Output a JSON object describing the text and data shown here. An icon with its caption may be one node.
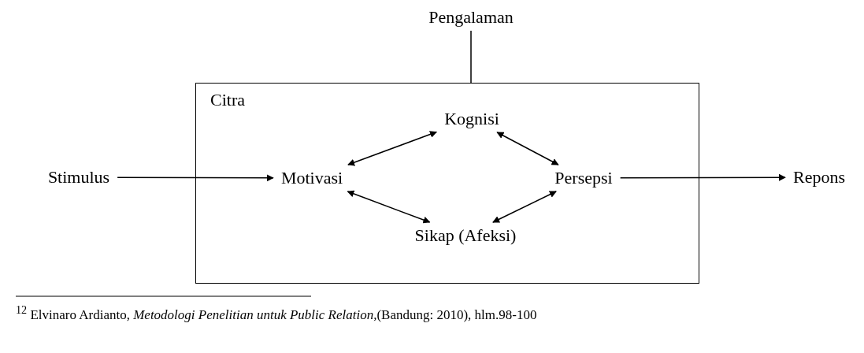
{
  "diagram": {
    "nodes": [
      {
        "text": [
          "Pengalaman"
        ]
      },
      {
        "text": [
          "Citra"
        ]
      },
      {
        "text": [
          "Kognisi"
        ],
        "in": 1
      },
      {
        "text": [
          "Stimulus"
        ]
      },
      {
        "text": [
          "Motivasi"
        ],
        "in": 1
      },
      {
        "text": [
          "Persepsi"
        ],
        "in": 1
      },
      {
        "text": [
          "Repons"
        ]
      },
      {
        "text": [
          "Sikap (Afeksi)"
        ],
        "in": 1
      }
    ],
    "edges": [
      {
        "from": 0,
        "to": 1,
        "arrow": "none"
      },
      {
        "from": 3,
        "to": 4,
        "arrow": "to"
      },
      {
        "from": 5,
        "to": 6,
        "arrow": "to"
      },
      {
        "from": 4,
        "to": 2,
        "arrow": "both"
      },
      {
        "from": 2,
        "to": 5,
        "arrow": "both"
      },
      {
        "from": 4,
        "to": 7,
        "arrow": "both"
      },
      {
        "from": 7,
        "to": 5,
        "arrow": "both"
      }
    ],
    "labels": [
      "$^{12}$ Elvinaro Ardianto, *Metodologi Penelitian untuk Public Relation,*(Bandung: 2010), hlm.98-100"
    ]
  }
}
